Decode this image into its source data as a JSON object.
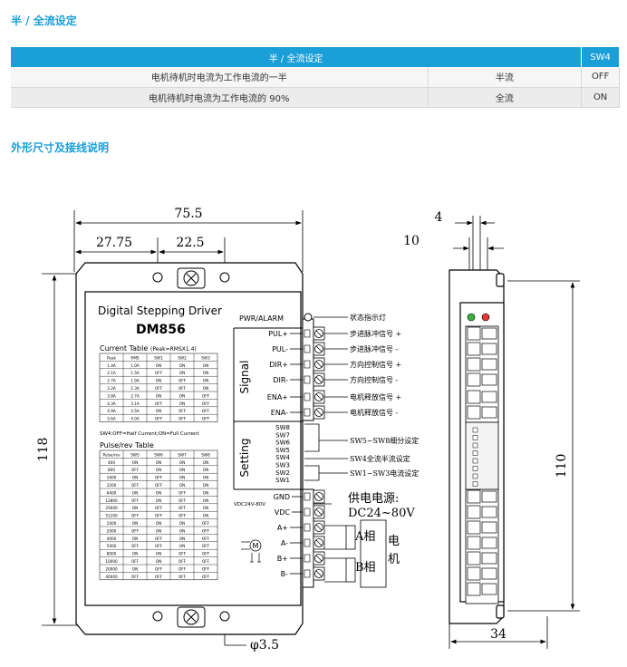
{
  "section1_title": "半 / 全流设定",
  "table": {
    "header": [
      "半 / 全流设定",
      "SW4"
    ],
    "rows": [
      {
        "desc": "电机待机时电流为工作电流的一半",
        "mode": "半流",
        "sw4": "OFF"
      },
      {
        "desc": "电机待机时电流为工作电流的 90%",
        "mode": "全流",
        "sw4": "ON"
      }
    ]
  },
  "section2_title": "外形尺寸及接线说明",
  "drawing": {
    "dims": {
      "width_total": "75.5",
      "left_offset": "27.75",
      "hole_spacing": "22.5",
      "height": "118",
      "hole_dia": "φ3.5",
      "side_top": "4",
      "side_left": "10",
      "side_height": "110",
      "side_width": "34"
    },
    "panel_title": "Digital Stepping Driver",
    "model": "DM856",
    "current_table_title": "Current Table",
    "current_table_note": "(Peak=RMSX1.4)",
    "current_headers": [
      "Peak",
      "RMS",
      "SW1",
      "SW2",
      "SW3"
    ],
    "current_rows": [
      [
        "1.4A",
        "1.0A",
        "ON",
        "ON",
        "ON"
      ],
      [
        "2.1A",
        "1.5A",
        "OFF",
        "ON",
        "ON"
      ],
      [
        "2.7A",
        "1.9A",
        "ON",
        "OFF",
        "ON"
      ],
      [
        "3.2A",
        "2.3A",
        "OFF",
        "OFF",
        "ON"
      ],
      [
        "3.8A",
        "2.7A",
        "ON",
        "ON",
        "OFF"
      ],
      [
        "4.3A",
        "3.1A",
        "OFF",
        "ON",
        "OFF"
      ],
      [
        "4.9A",
        "3.5A",
        "ON",
        "OFF",
        "OFF"
      ],
      [
        "5.6A",
        "4.0A",
        "OFF",
        "OFF",
        "OFF"
      ]
    ],
    "sw4_note": "SW4:OFF=Half Current;ON=Full Current",
    "pulse_table_title": "Pulse/rev Table",
    "pulse_headers": [
      "Pulse/rev",
      "SW5",
      "SW6",
      "SW7",
      "SW8"
    ],
    "pulse_rows": [
      [
        "400",
        "ON",
        "ON",
        "ON",
        "ON"
      ],
      [
        "800",
        "OFF",
        "ON",
        "ON",
        "ON"
      ],
      [
        "1600",
        "ON",
        "OFF",
        "ON",
        "ON"
      ],
      [
        "3200",
        "OFF",
        "OFF",
        "ON",
        "ON"
      ],
      [
        "6400",
        "ON",
        "ON",
        "OFF",
        "ON"
      ],
      [
        "12800",
        "OFF",
        "ON",
        "OFF",
        "ON"
      ],
      [
        "25600",
        "ON",
        "OFF",
        "OFF",
        "ON"
      ],
      [
        "51200",
        "OFF",
        "OFF",
        "OFF",
        "ON"
      ],
      [
        "1000",
        "ON",
        "ON",
        "ON",
        "OFF"
      ],
      [
        "2000",
        "OFF",
        "ON",
        "ON",
        "OFF"
      ],
      [
        "4000",
        "ON",
        "OFF",
        "ON",
        "OFF"
      ],
      [
        "5000",
        "OFF",
        "OFF",
        "ON",
        "OFF"
      ],
      [
        "8000",
        "ON",
        "ON",
        "OFF",
        "OFF"
      ],
      [
        "10000",
        "OFF",
        "ON",
        "OFF",
        "OFF"
      ],
      [
        "20000",
        "ON",
        "OFF",
        "OFF",
        "OFF"
      ],
      [
        "40000",
        "OFF",
        "OFF",
        "OFF",
        "OFF"
      ]
    ],
    "pwr_label": "PWR/ALARM",
    "signal_label": "Signal",
    "signal_pins": [
      "PUL+",
      "PUL-",
      "DIR+",
      "DIR-",
      "ENA+",
      "ENA-"
    ],
    "setting_label": "Setting",
    "switch_names": [
      "SW8",
      "SW7",
      "SW6",
      "SW5",
      "SW4",
      "SW3",
      "SW2",
      "SW1"
    ],
    "vdc_label": "VDC24V-80V",
    "power_pins": [
      "GND",
      "VDC"
    ],
    "motor_pins": [
      "A+",
      "A-",
      "B+",
      "B-"
    ],
    "notes": {
      "led": "状态指示灯",
      "pul_p": "步进脉冲信号 +",
      "pul_m": "步进脉冲信号 -",
      "dir_p": "方向控制信号 +",
      "dir_m": "方向控制信号 -",
      "ena_p": "电机释放信号 +",
      "ena_m": "电机释放信号 -",
      "sw58": "SW5~SW8细分设定",
      "sw4": "SW4全流半流设定",
      "sw13": "SW1~SW3电流设定",
      "power1": "供电电源:",
      "power2": "DC24~80V",
      "phase_a": "A相",
      "phase_b": "B相",
      "motor": "电机"
    }
  }
}
